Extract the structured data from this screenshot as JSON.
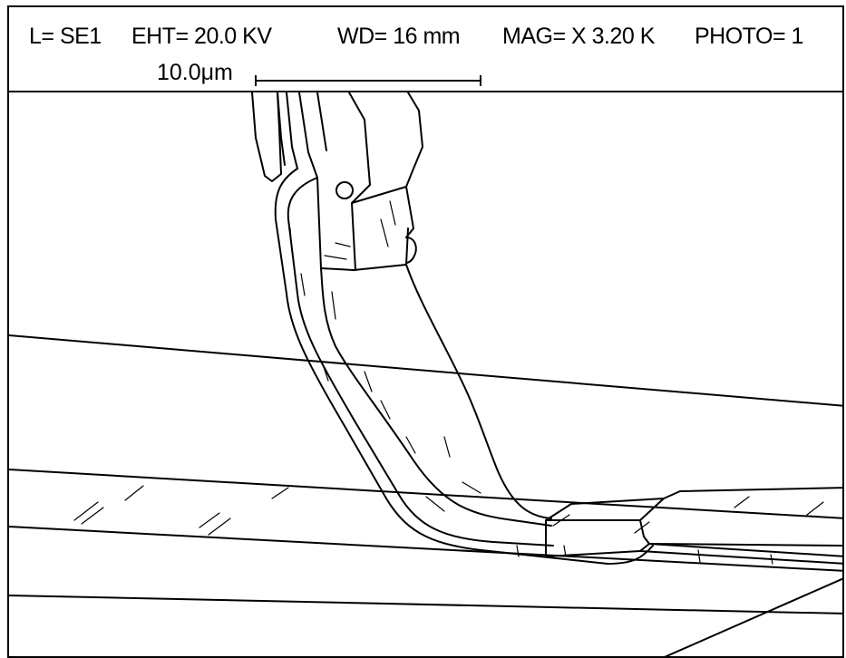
{
  "header": {
    "detector": "L= SE1",
    "eht": "EHT= 20.0  KV",
    "wd": "WD= 16  mm",
    "mag": "MAG= X 3.20 K",
    "photo": "PHOTO= 1",
    "scale_label": "10.0μm"
  }
}
